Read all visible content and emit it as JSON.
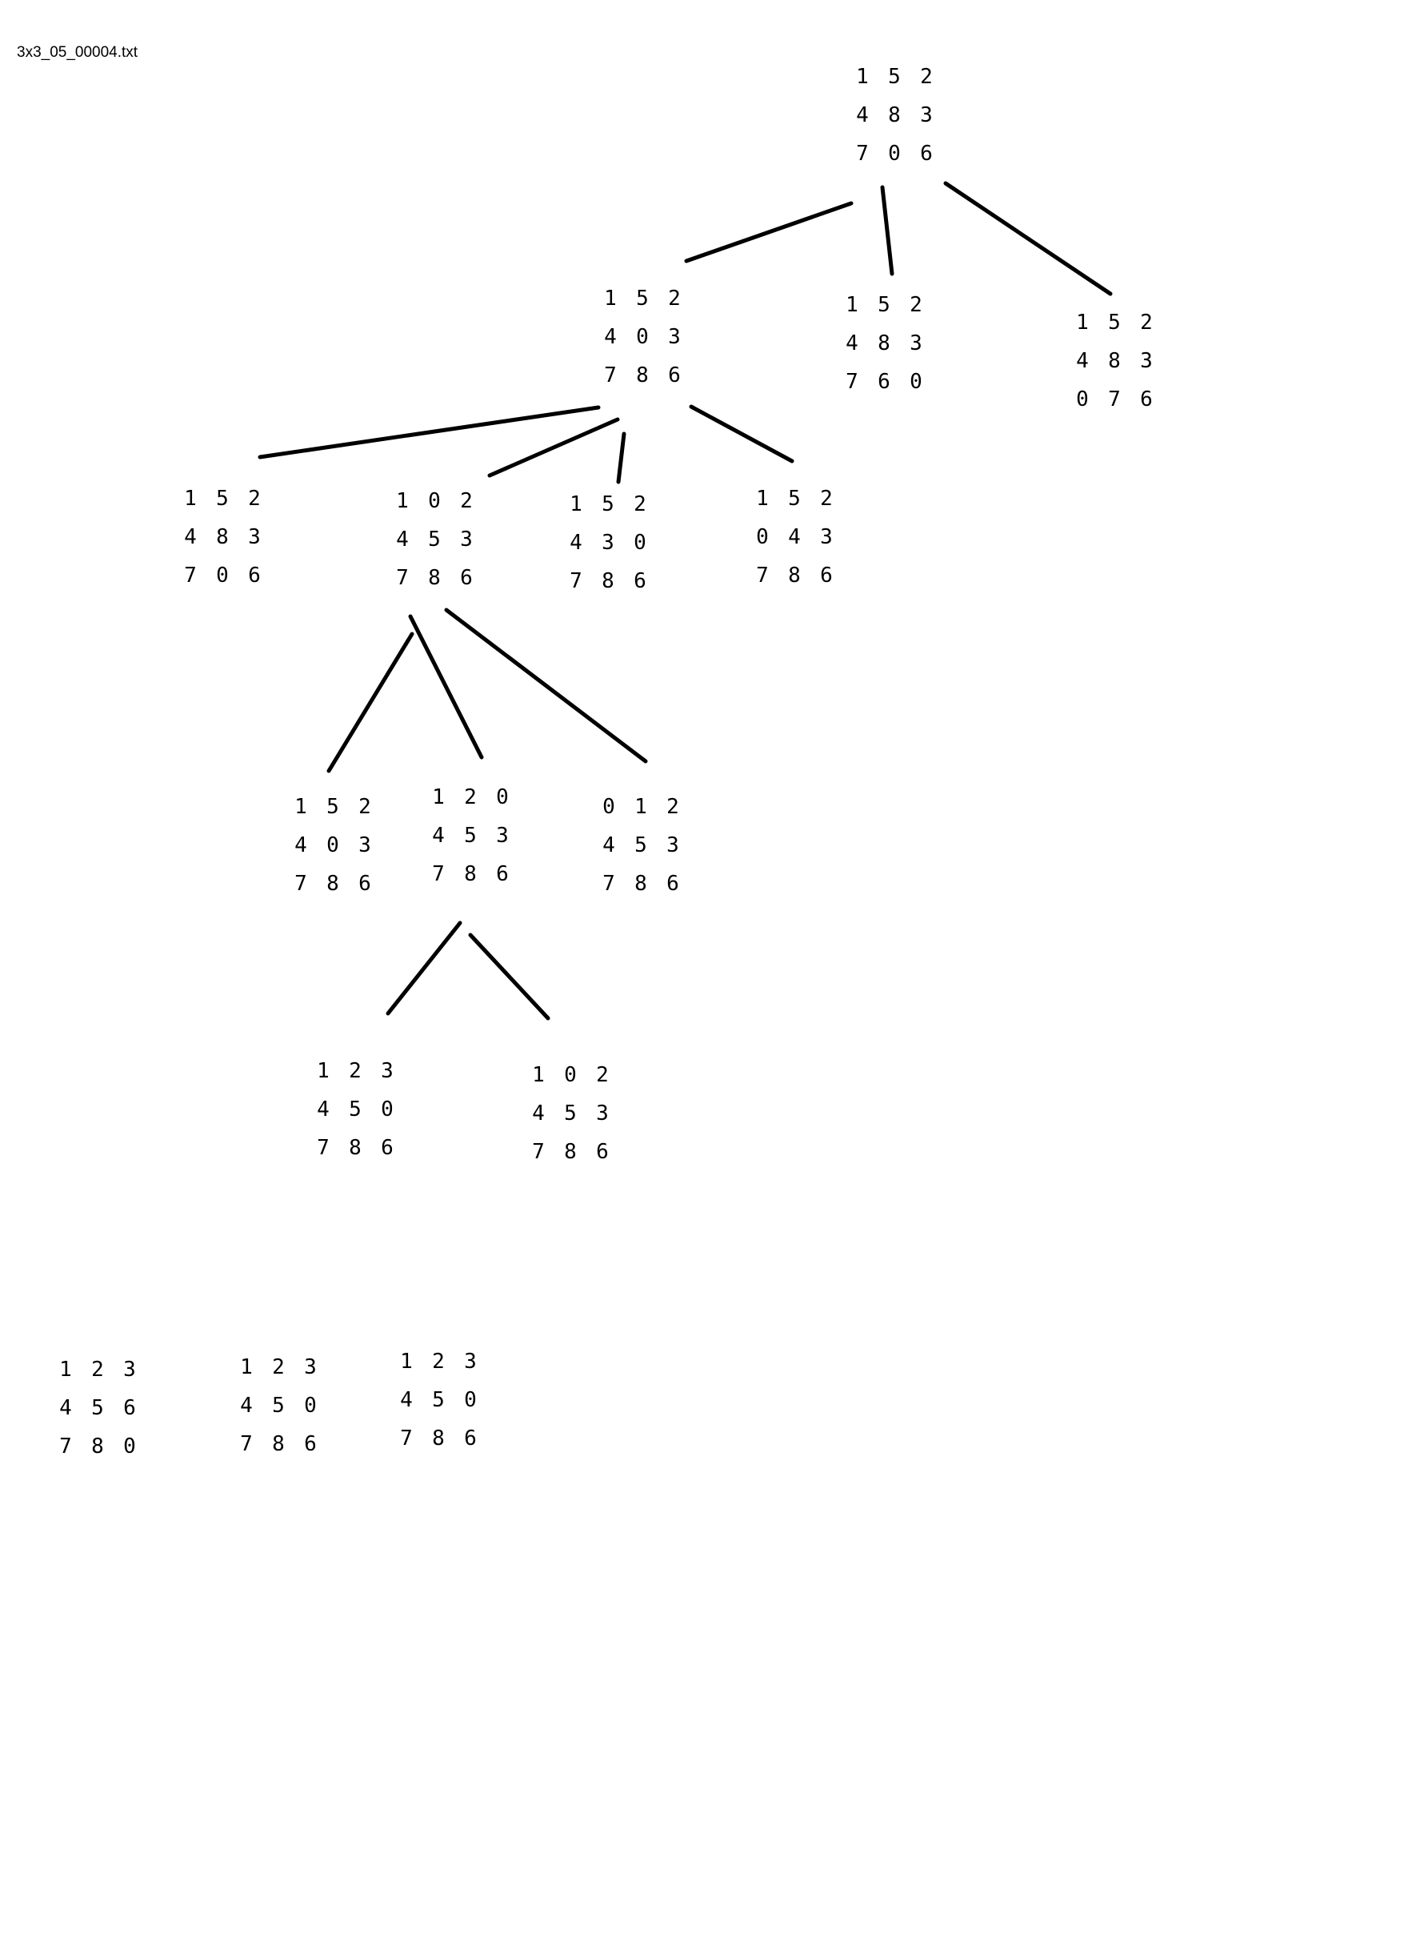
{
  "filename": "3x3_05_00004.txt",
  "tree": {
    "nodes": [
      {
        "id": "root",
        "grid": [
          [
            "1",
            "5",
            "2"
          ],
          [
            "4",
            "8",
            "3"
          ],
          [
            "7",
            "0",
            "6"
          ]
        ]
      },
      {
        "id": "l1-a",
        "grid": [
          [
            "1",
            "5",
            "2"
          ],
          [
            "4",
            "0",
            "3"
          ],
          [
            "7",
            "8",
            "6"
          ]
        ]
      },
      {
        "id": "l1-b",
        "grid": [
          [
            "1",
            "5",
            "2"
          ],
          [
            "4",
            "8",
            "3"
          ],
          [
            "7",
            "6",
            "0"
          ]
        ]
      },
      {
        "id": "l1-c",
        "grid": [
          [
            "1",
            "5",
            "2"
          ],
          [
            "4",
            "8",
            "3"
          ],
          [
            "0",
            "7",
            "6"
          ]
        ]
      },
      {
        "id": "l2-a",
        "grid": [
          [
            "1",
            "5",
            "2"
          ],
          [
            "4",
            "8",
            "3"
          ],
          [
            "7",
            "0",
            "6"
          ]
        ]
      },
      {
        "id": "l2-b",
        "grid": [
          [
            "1",
            "0",
            "2"
          ],
          [
            "4",
            "5",
            "3"
          ],
          [
            "7",
            "8",
            "6"
          ]
        ]
      },
      {
        "id": "l2-c",
        "grid": [
          [
            "1",
            "5",
            "2"
          ],
          [
            "4",
            "3",
            "0"
          ],
          [
            "7",
            "8",
            "6"
          ]
        ]
      },
      {
        "id": "l2-d",
        "grid": [
          [
            "1",
            "5",
            "2"
          ],
          [
            "0",
            "4",
            "3"
          ],
          [
            "7",
            "8",
            "6"
          ]
        ]
      },
      {
        "id": "l3-a",
        "grid": [
          [
            "1",
            "5",
            "2"
          ],
          [
            "4",
            "0",
            "3"
          ],
          [
            "7",
            "8",
            "6"
          ]
        ]
      },
      {
        "id": "l3-b",
        "grid": [
          [
            "1",
            "2",
            "0"
          ],
          [
            "4",
            "5",
            "3"
          ],
          [
            "7",
            "8",
            "6"
          ]
        ]
      },
      {
        "id": "l3-c",
        "grid": [
          [
            "0",
            "1",
            "2"
          ],
          [
            "4",
            "5",
            "3"
          ],
          [
            "7",
            "8",
            "6"
          ]
        ]
      },
      {
        "id": "l4-a",
        "grid": [
          [
            "1",
            "2",
            "3"
          ],
          [
            "4",
            "5",
            "0"
          ],
          [
            "7",
            "8",
            "6"
          ]
        ]
      },
      {
        "id": "l4-b",
        "grid": [
          [
            "1",
            "0",
            "2"
          ],
          [
            "4",
            "5",
            "3"
          ],
          [
            "7",
            "8",
            "6"
          ]
        ]
      }
    ],
    "edges": [
      [
        "root",
        "l1-a"
      ],
      [
        "root",
        "l1-b"
      ],
      [
        "root",
        "l1-c"
      ],
      [
        "l1-a",
        "l2-a"
      ],
      [
        "l1-a",
        "l2-b"
      ],
      [
        "l1-a",
        "l2-c"
      ],
      [
        "l1-a",
        "l2-d"
      ],
      [
        "l2-b",
        "l3-a"
      ],
      [
        "l2-b",
        "l3-b"
      ],
      [
        "l2-b",
        "l3-c"
      ],
      [
        "l3-b",
        "l4-a"
      ],
      [
        "l3-b",
        "l4-b"
      ]
    ]
  },
  "loose_boards": [
    {
      "id": "b1",
      "grid": [
        [
          "1",
          "2",
          "3"
        ],
        [
          "4",
          "5",
          "6"
        ],
        [
          "7",
          "8",
          "0"
        ]
      ]
    },
    {
      "id": "b2",
      "grid": [
        [
          "1",
          "2",
          "3"
        ],
        [
          "4",
          "5",
          "0"
        ],
        [
          "7",
          "8",
          "6"
        ]
      ]
    },
    {
      "id": "b3",
      "grid": [
        [
          "1",
          "2",
          "3"
        ],
        [
          "4",
          "5",
          "0"
        ],
        [
          "7",
          "8",
          "6"
        ]
      ]
    }
  ]
}
